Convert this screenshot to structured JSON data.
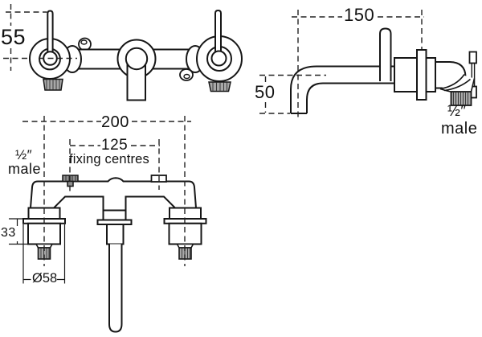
{
  "drawing": {
    "title_hint": "wall-mounted 3-hole basin mixer tap dimension drawing",
    "front_view": {
      "height_dim": "55"
    },
    "side_view": {
      "reach_dim": "150",
      "drop_dim": "50",
      "thread_size": "½″",
      "thread_type": "male"
    },
    "plan_view": {
      "overall_dim": "200",
      "centres_dim": "125",
      "centres_label": "fixing centres",
      "thread_size": "½″",
      "thread_type": "male",
      "body_depth_dim": "33",
      "flange_dia_dim": "Ø58"
    },
    "colors": {
      "line": "#161616",
      "background": "#ffffff",
      "metal_shade": "#a8a8a8",
      "lug_shade": "#8f8f8f"
    }
  }
}
